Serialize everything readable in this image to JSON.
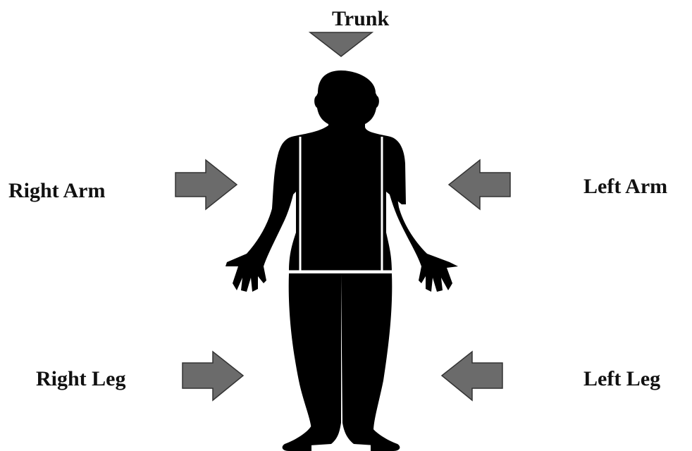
{
  "diagram": {
    "labels": {
      "trunk": "Trunk",
      "right_arm": "Right Arm",
      "left_arm": "Left Arm",
      "right_leg": "Right Leg",
      "left_leg": "Left Leg"
    },
    "colors": {
      "arrow_fill": "#6b6b6b",
      "arrow_stroke": "#333333",
      "silhouette": "#000000",
      "segment_lines": "#ffffff",
      "text": "#111111"
    }
  }
}
